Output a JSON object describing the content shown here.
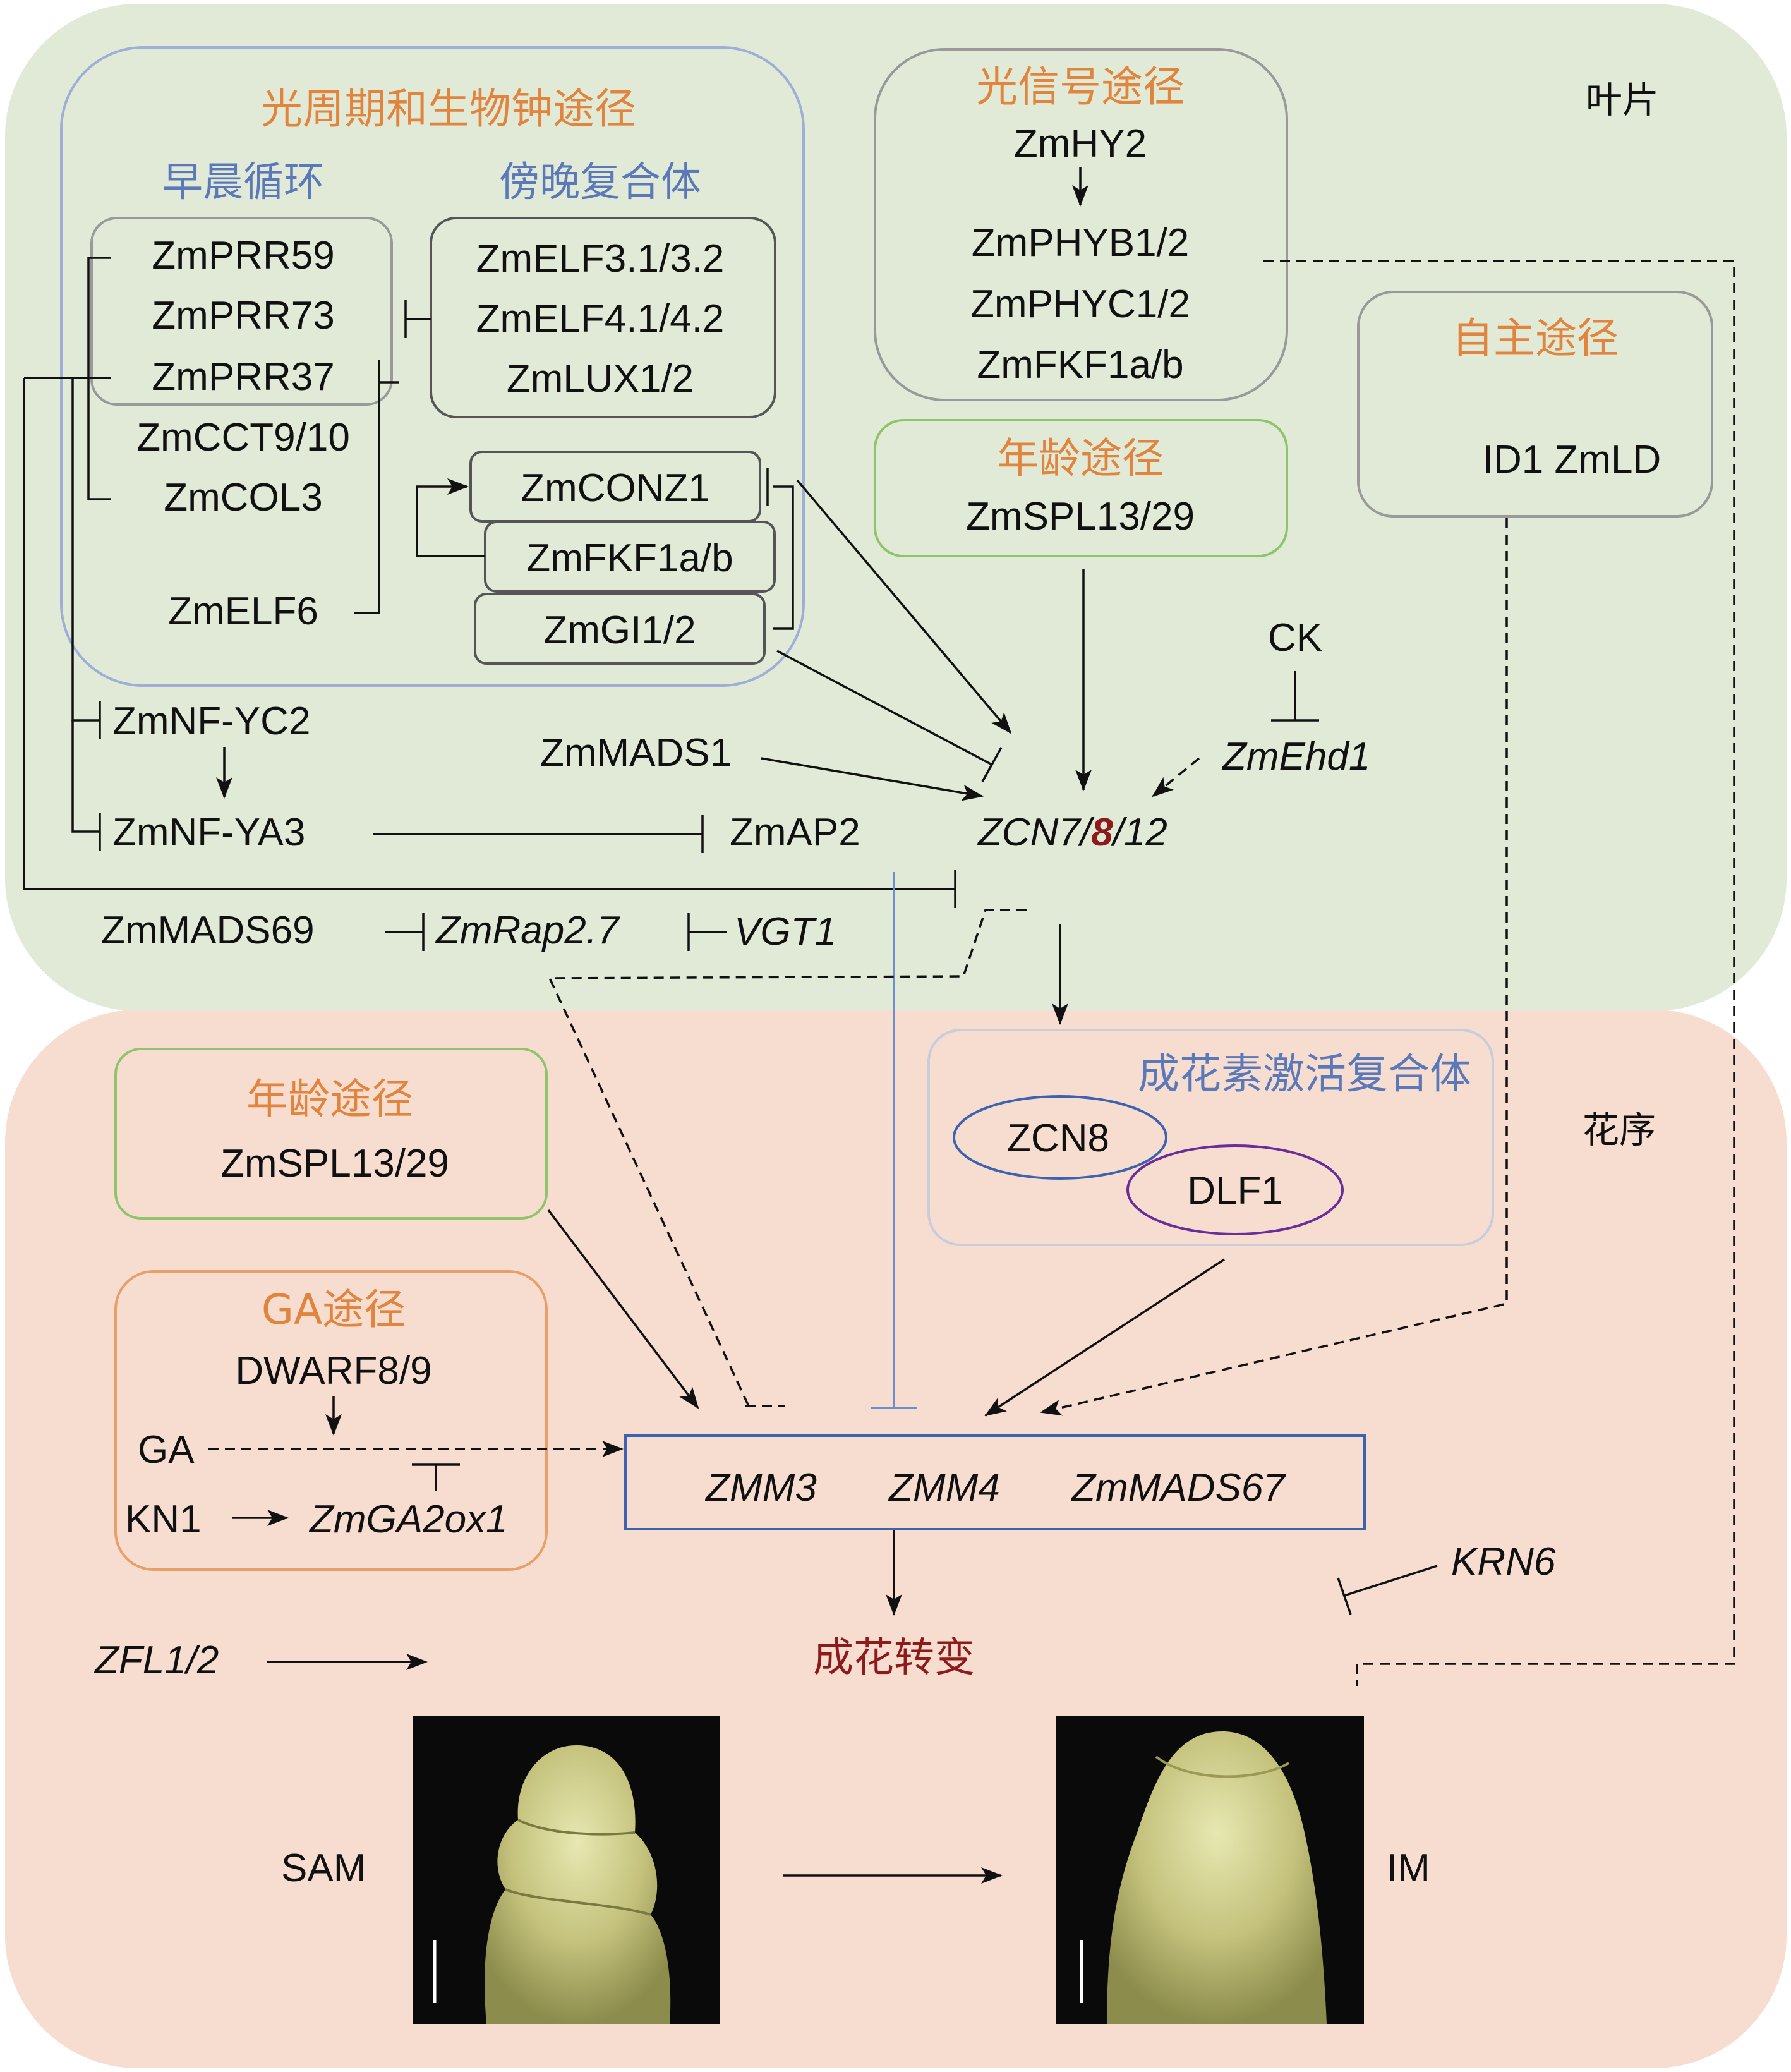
{
  "colors": {
    "leaf_bg": "#e1ead7",
    "inflorescence_bg": "#f7ddd0",
    "orange_title": "#e0843e",
    "blue_title": "#5b79b8",
    "dark_red": "#8e1b1b",
    "blue_line": "#6e8fce",
    "green_border": "#8fc46d",
    "gray_border": "#8f8f8f",
    "purple_border": "#6a2e9a"
  },
  "regions": {
    "leaf": "叶片",
    "inflorescence": "花序"
  },
  "photoperiod": {
    "title": "光周期和生物钟途径",
    "morning_loop": "早晨循环",
    "evening_complex": "傍晚复合体",
    "prr": [
      "ZmPRR59",
      "ZmPRR73",
      "ZmPRR37"
    ],
    "cct": "ZmCCT9/10",
    "col3": "ZmCOL3",
    "elf6": "ZmELF6",
    "ec": [
      "ZmELF3.1/3.2",
      "ZmELF4.1/4.2",
      "ZmLUX1/2"
    ],
    "conz1": "ZmCONZ1",
    "fkf1": "ZmFKF1a/b",
    "gi": "ZmGI1/2"
  },
  "light": {
    "title": "光信号途径",
    "items": [
      "ZmHY2",
      "ZmPHYB1/2",
      "ZmPHYC1/2",
      "ZmFKF1a/b"
    ]
  },
  "autonomous": {
    "title": "自主途径",
    "genes": "ID1 ZmLD"
  },
  "age_leaf": {
    "title": "年龄途径",
    "gene": "ZmSPL13/29"
  },
  "age_inflo": {
    "title": "年龄途径",
    "gene": "ZmSPL13/29"
  },
  "ga": {
    "title": "GA途径",
    "dwarf": "DWARF8/9",
    "ga": "GA",
    "kn1": "KN1",
    "ga2ox1": "ZmGA2ox1"
  },
  "leaf_genes": {
    "nfyc2": "ZmNF-YC2",
    "nfya3": "ZmNF-YA3",
    "mads1": "ZmMADS1",
    "ap2": "ZmAP2",
    "zcn_prefix": "ZCN7/",
    "zcn_eight": "8",
    "zcn_suffix": "/12",
    "ck": "CK",
    "ehd1": "ZmEhd1",
    "mads69": "ZmMADS69",
    "rap27": "ZmRap2.7",
    "vgt1": "VGT1"
  },
  "florigen": {
    "title": "成花素激活复合体",
    "zcn8": "ZCN8",
    "dlf1": "DLF1"
  },
  "targets": {
    "zmm3": "ZMM3",
    "zmm4": "ZMM4",
    "mads67": "ZmMADS67"
  },
  "krn6": "KRN6",
  "zfl": "ZFL1/2",
  "transition": "成花转变",
  "sam": "SAM",
  "im": "IM"
}
